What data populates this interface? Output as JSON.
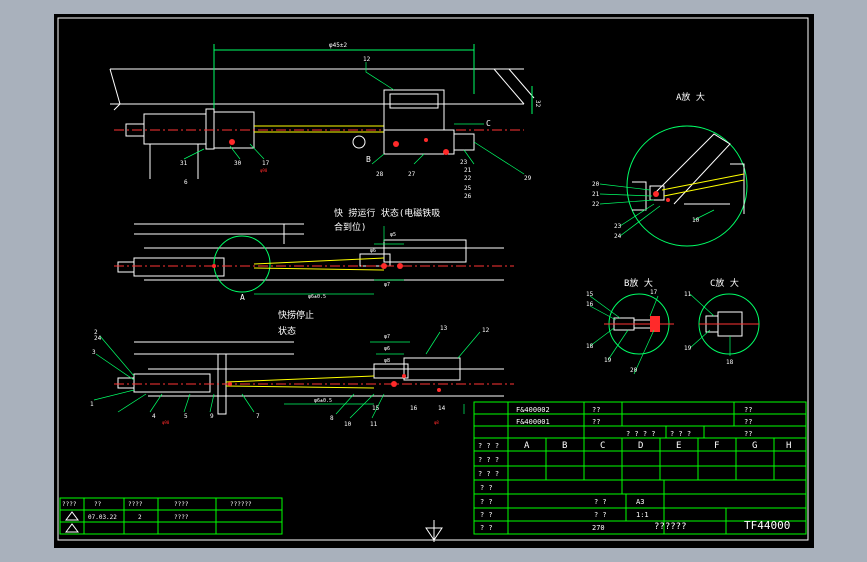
{
  "colors": {
    "background": "#000000",
    "frame": "#ffffff",
    "table": "#00ff00",
    "part": "#ffffff",
    "centerline": "#ff3333",
    "dimension": "#00ff66",
    "leader": "#ffff00",
    "highlight": "#ff2a2a",
    "accent": "#00ffff"
  },
  "views": {
    "top": {
      "dims": [
        "φ45±2",
        "32"
      ],
      "callouts": [
        "12",
        "C",
        "31",
        "30",
        "17",
        "6",
        "28",
        "27",
        "B",
        "21",
        "22",
        "25",
        "26",
        "23",
        "29"
      ],
      "annot": [
        "φ90"
      ]
    },
    "middle": {
      "title": "快 捞运行 状态(电磁铁吸",
      "title2": "合到位)",
      "dims": [
        "φ5",
        "φ6",
        "φ7",
        "φ6±0.5"
      ],
      "callouts": [
        "A"
      ]
    },
    "bottom": {
      "title": "快捞停止",
      "title2": "状态",
      "dims": [
        "φ7",
        "φ6",
        "φ8",
        "φ6±0.5"
      ],
      "callouts": [
        "2",
        "1",
        "3",
        "4",
        "5",
        "9",
        "7",
        "8",
        "10",
        "11",
        "12",
        "13",
        "14",
        "15",
        "16",
        "24"
      ],
      "annot": [
        "φ90",
        "φ8"
      ]
    }
  },
  "details": {
    "A": {
      "title": "A放 大",
      "callouts": [
        "20",
        "21",
        "22",
        "23",
        "24",
        "10"
      ]
    },
    "B": {
      "title": "B放 大",
      "callouts": [
        "15",
        "16",
        "17",
        "18",
        "19",
        "20"
      ]
    },
    "C": {
      "title": "C放 大",
      "callouts": [
        "11",
        "18",
        "19"
      ]
    }
  },
  "title_block": {
    "row1": [
      "F&400002",
      "??",
      "??"
    ],
    "row2": [
      "F&400001",
      "??",
      "??"
    ],
    "row3": [
      "? ? ? ?",
      "? ? ?",
      "??"
    ],
    "header": [
      "? ? ?",
      "A",
      "B",
      "C",
      "D",
      "E",
      "F",
      "G",
      "H"
    ],
    "left_labels": [
      "? ? ?",
      "? ? ?",
      "? ?",
      "? ?",
      "? ?",
      "? ?"
    ],
    "mid1": [
      "? ?",
      "A3"
    ],
    "mid2": [
      "? ?",
      "1:1"
    ],
    "scale": "270",
    "name": "??????",
    "drawing_no": "TF44000"
  },
  "revision_table": {
    "header": [
      "????",
      "??",
      "????",
      "????",
      "??????"
    ],
    "row": [
      "07.03.22",
      "2",
      "????"
    ]
  }
}
